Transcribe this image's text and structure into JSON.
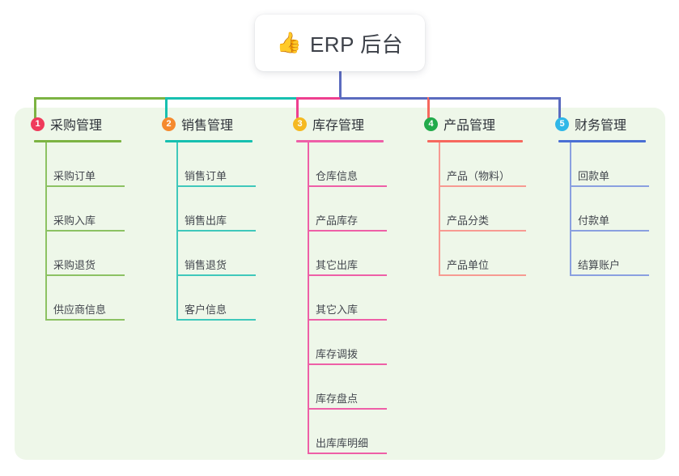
{
  "root": {
    "icon": "thumbs-up-icon",
    "icon_glyph": "👍",
    "label": "ERP 后台"
  },
  "palette": {
    "panel_bg": "#eef7e9",
    "page_bg": "#ffffff",
    "stem": "#5b6bbf",
    "text": "#43474e"
  },
  "columns": [
    {
      "number": "1",
      "title": "采购管理",
      "badge_color": "#ef3b5b",
      "rule_color": "#7cb342",
      "line_color": "#8cc263",
      "connector_color": "#7cb342",
      "items": [
        "采购订单",
        "采购入库",
        "采购退货",
        "供应商信息"
      ]
    },
    {
      "number": "2",
      "title": "销售管理",
      "badge_color": "#f58a2e",
      "rule_color": "#16c0b0",
      "line_color": "#3fc8bb",
      "connector_color": "#16c0b0",
      "items": [
        "销售订单",
        "销售出库",
        "销售退货",
        "客户信息"
      ]
    },
    {
      "number": "3",
      "title": "库存管理",
      "badge_color": "#f5b921",
      "rule_color": "#ee5fa7",
      "line_color": "#ee5fa7",
      "connector_color": "#ee3f8f",
      "items": [
        "仓库信息",
        "产品库存",
        "其它出库",
        "其它入库",
        "库存调拨",
        "库存盘点",
        "出库库明细"
      ]
    },
    {
      "number": "4",
      "title": "产品管理",
      "badge_color": "#22ab4b",
      "rule_color": "#f6685e",
      "line_color": "#f79a92",
      "connector_color": "#f6685e",
      "items": [
        "产品（物料）",
        "产品分类",
        "产品单位"
      ]
    },
    {
      "number": "5",
      "title": "财务管理",
      "badge_color": "#2fb7e8",
      "rule_color": "#4a6fd4",
      "line_color": "#8aa0e0",
      "connector_color": "#5b6bbf",
      "items": [
        "回款单",
        "付款单",
        "结算账户"
      ]
    }
  ]
}
